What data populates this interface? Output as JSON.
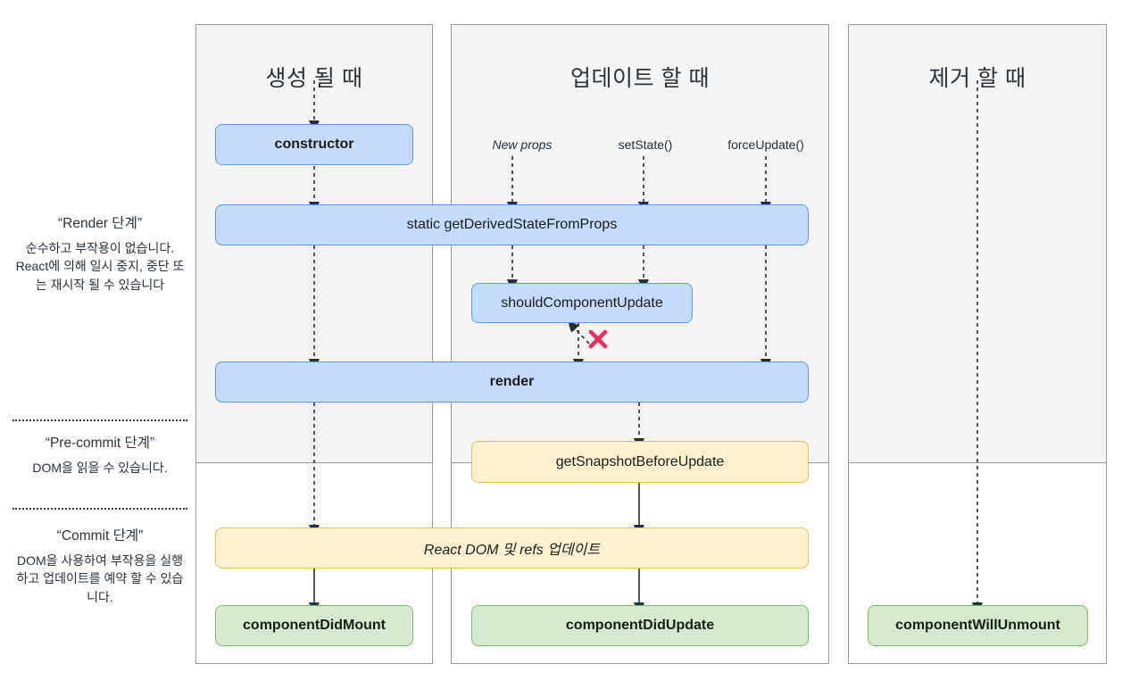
{
  "diagram": {
    "title": "React Component Lifecycle",
    "colors": {
      "blue_fill": "#c3dcfb",
      "blue_border": "#5a9bed",
      "yellow_fill": "#fcf0ce",
      "yellow_border": "#e3c05a",
      "green_fill": "#d4e9cd",
      "green_border": "#7cba72",
      "panel_bg": "#f4f4f4",
      "panel_border": "#999999",
      "arrow": "#22303d",
      "x_mark": "#ee2b5e"
    }
  },
  "columns": [
    {
      "key": "mounting",
      "title": "생성 될 때"
    },
    {
      "key": "updating",
      "title": "업데이트 할 때"
    },
    {
      "key": "unmounting",
      "title": "제거 할 때"
    }
  ],
  "phases": [
    {
      "key": "render",
      "title": "“Render 단계”",
      "desc": "순수하고 부작용이 없습니다. React에 의해 일시 중지, 중단 또는 재시작 될 수 있습니다"
    },
    {
      "key": "pre-commit",
      "title": "“Pre-commit 단계”",
      "desc": "DOM을 읽을 수 있습니다."
    },
    {
      "key": "commit",
      "title": "“Commit 단계”",
      "desc": "DOM을 사용하여 부작용을 실행하고 업데이트를 예약 할 수 있습니다."
    }
  ],
  "triggers": [
    {
      "key": "new-props",
      "label": "New props",
      "italic": true
    },
    {
      "key": "set-state",
      "label": "setState()",
      "italic": false
    },
    {
      "key": "force-update",
      "label": "forceUpdate()",
      "italic": false
    }
  ],
  "boxes": {
    "constructor": {
      "label": "constructor",
      "color": "blue",
      "bold": true
    },
    "get_derived_state_from_props": {
      "label": "static getDerivedStateFromProps",
      "color": "blue",
      "bold": false
    },
    "should_component_update": {
      "label": "shouldComponentUpdate",
      "color": "blue",
      "bold": false
    },
    "render": {
      "label": "render",
      "color": "blue",
      "bold": true
    },
    "get_snapshot_before_update": {
      "label": "getSnapshotBeforeUpdate",
      "color": "yellow",
      "bold": false
    },
    "react_dom_refs": {
      "label": "React DOM 및 refs 업데이트",
      "color": "yellow",
      "bold": false,
      "italic": true
    },
    "component_did_mount": {
      "label": "componentDidMount",
      "color": "green",
      "bold": true
    },
    "component_did_update": {
      "label": "componentDidUpdate",
      "color": "green",
      "bold": true
    },
    "component_will_unmount": {
      "label": "componentWillUnmount",
      "color": "green",
      "bold": true
    }
  },
  "annotations": {
    "skip_render_x": "✕"
  }
}
